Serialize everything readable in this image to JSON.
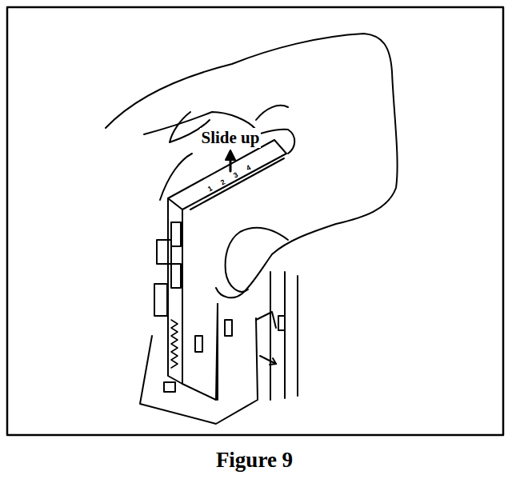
{
  "diagram": {
    "caption": "Figure 9",
    "labels": [
      "Slide up",
      "1",
      "2",
      "3",
      "4"
    ]
  }
}
